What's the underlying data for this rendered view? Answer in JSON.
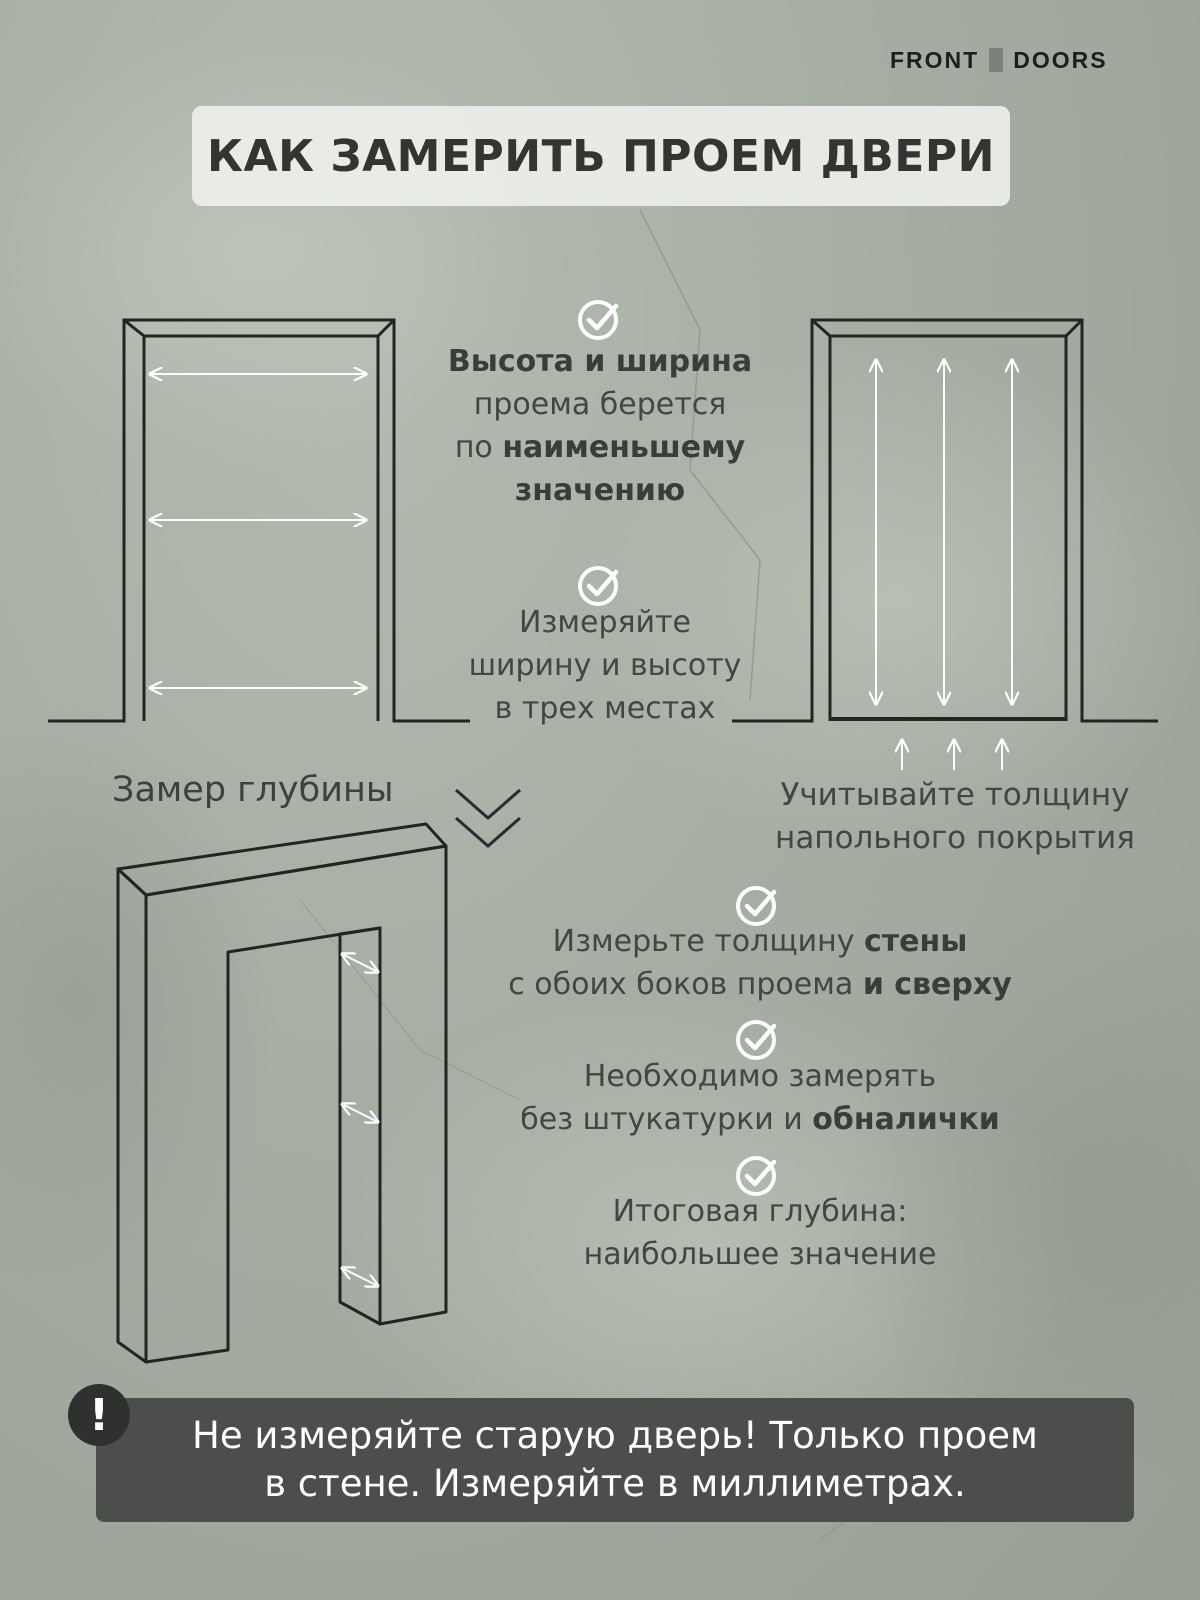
{
  "brand": {
    "left": "FRONT",
    "right": "DOORS"
  },
  "title": "КАК ЗАМЕРИТЬ ПРОЕМ ДВЕРИ",
  "tips": {
    "height_width": {
      "line1": "Высота и ширина",
      "line2": "проема берется",
      "line3_prefix": "по ",
      "line3_bold": "наименьшему",
      "line4": "значению"
    },
    "three_places": {
      "line1": "Измеряйте",
      "line2": "ширину и высоту",
      "line3": "в трех местах"
    },
    "floor": {
      "line1": "Учитывайте толщину",
      "line2": "напольного покрытия"
    },
    "wall_thickness": {
      "line1_a": "Измерьте толщину ",
      "line1_b": "стены",
      "line2_a": "с обоих боков проема ",
      "line2_b": "и сверху"
    },
    "no_plaster": {
      "line1": "Необходимо замерять",
      "line2_a": "без штукатурки и ",
      "line2_b": "обналички"
    },
    "final_depth": {
      "line1": "Итоговая глубина:",
      "line2": "наибольшее значение"
    }
  },
  "depth_heading": "Замер глубины",
  "warning": {
    "icon": "!",
    "line1": "Не измеряйте старую дверь! Только проем",
    "line2": "в стене. Измеряйте в миллиметрах."
  },
  "icons": [
    "check-circle-icon",
    "chevron-double-down-icon",
    "exclamation-icon"
  ],
  "colors": {
    "line": "#232523",
    "arrow": "#ffffff",
    "warning_bg": "#4b4e4a"
  }
}
